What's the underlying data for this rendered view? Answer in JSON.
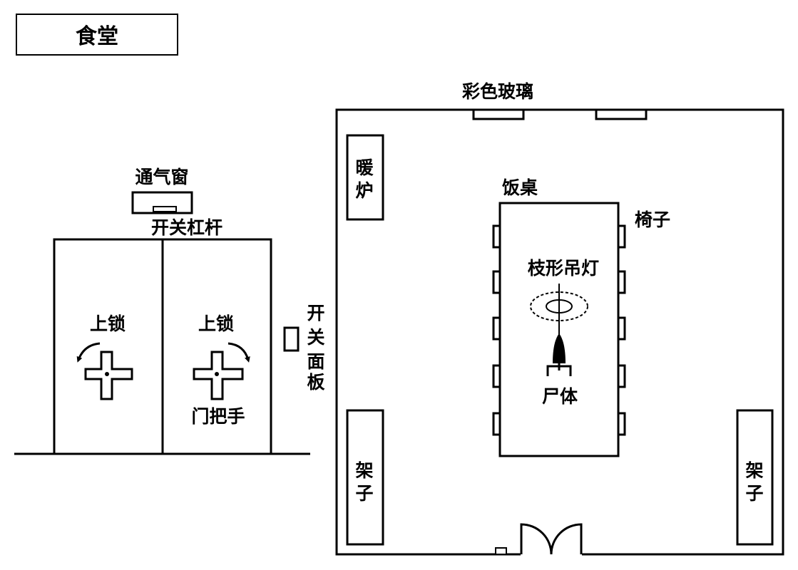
{
  "title": "食堂",
  "left_view": {
    "vent_label": "通气窗",
    "lever_label": "开关杠杆",
    "lock_label_left": "上锁",
    "lock_label_right": "上锁",
    "handle_label": "门把手",
    "switch_panel_label": [
      "开",
      "关",
      "面",
      "板"
    ]
  },
  "room_plan": {
    "stained_glass_label": "彩色玻璃",
    "fireplace_label": [
      "暖",
      "炉"
    ],
    "table_label": "饭桌",
    "chair_label": "椅子",
    "chandelier_label": "枝形吊灯",
    "corpse_label": "尸体",
    "shelf_left_label": [
      "架",
      "子"
    ],
    "shelf_right_label": [
      "架",
      "子"
    ]
  }
}
